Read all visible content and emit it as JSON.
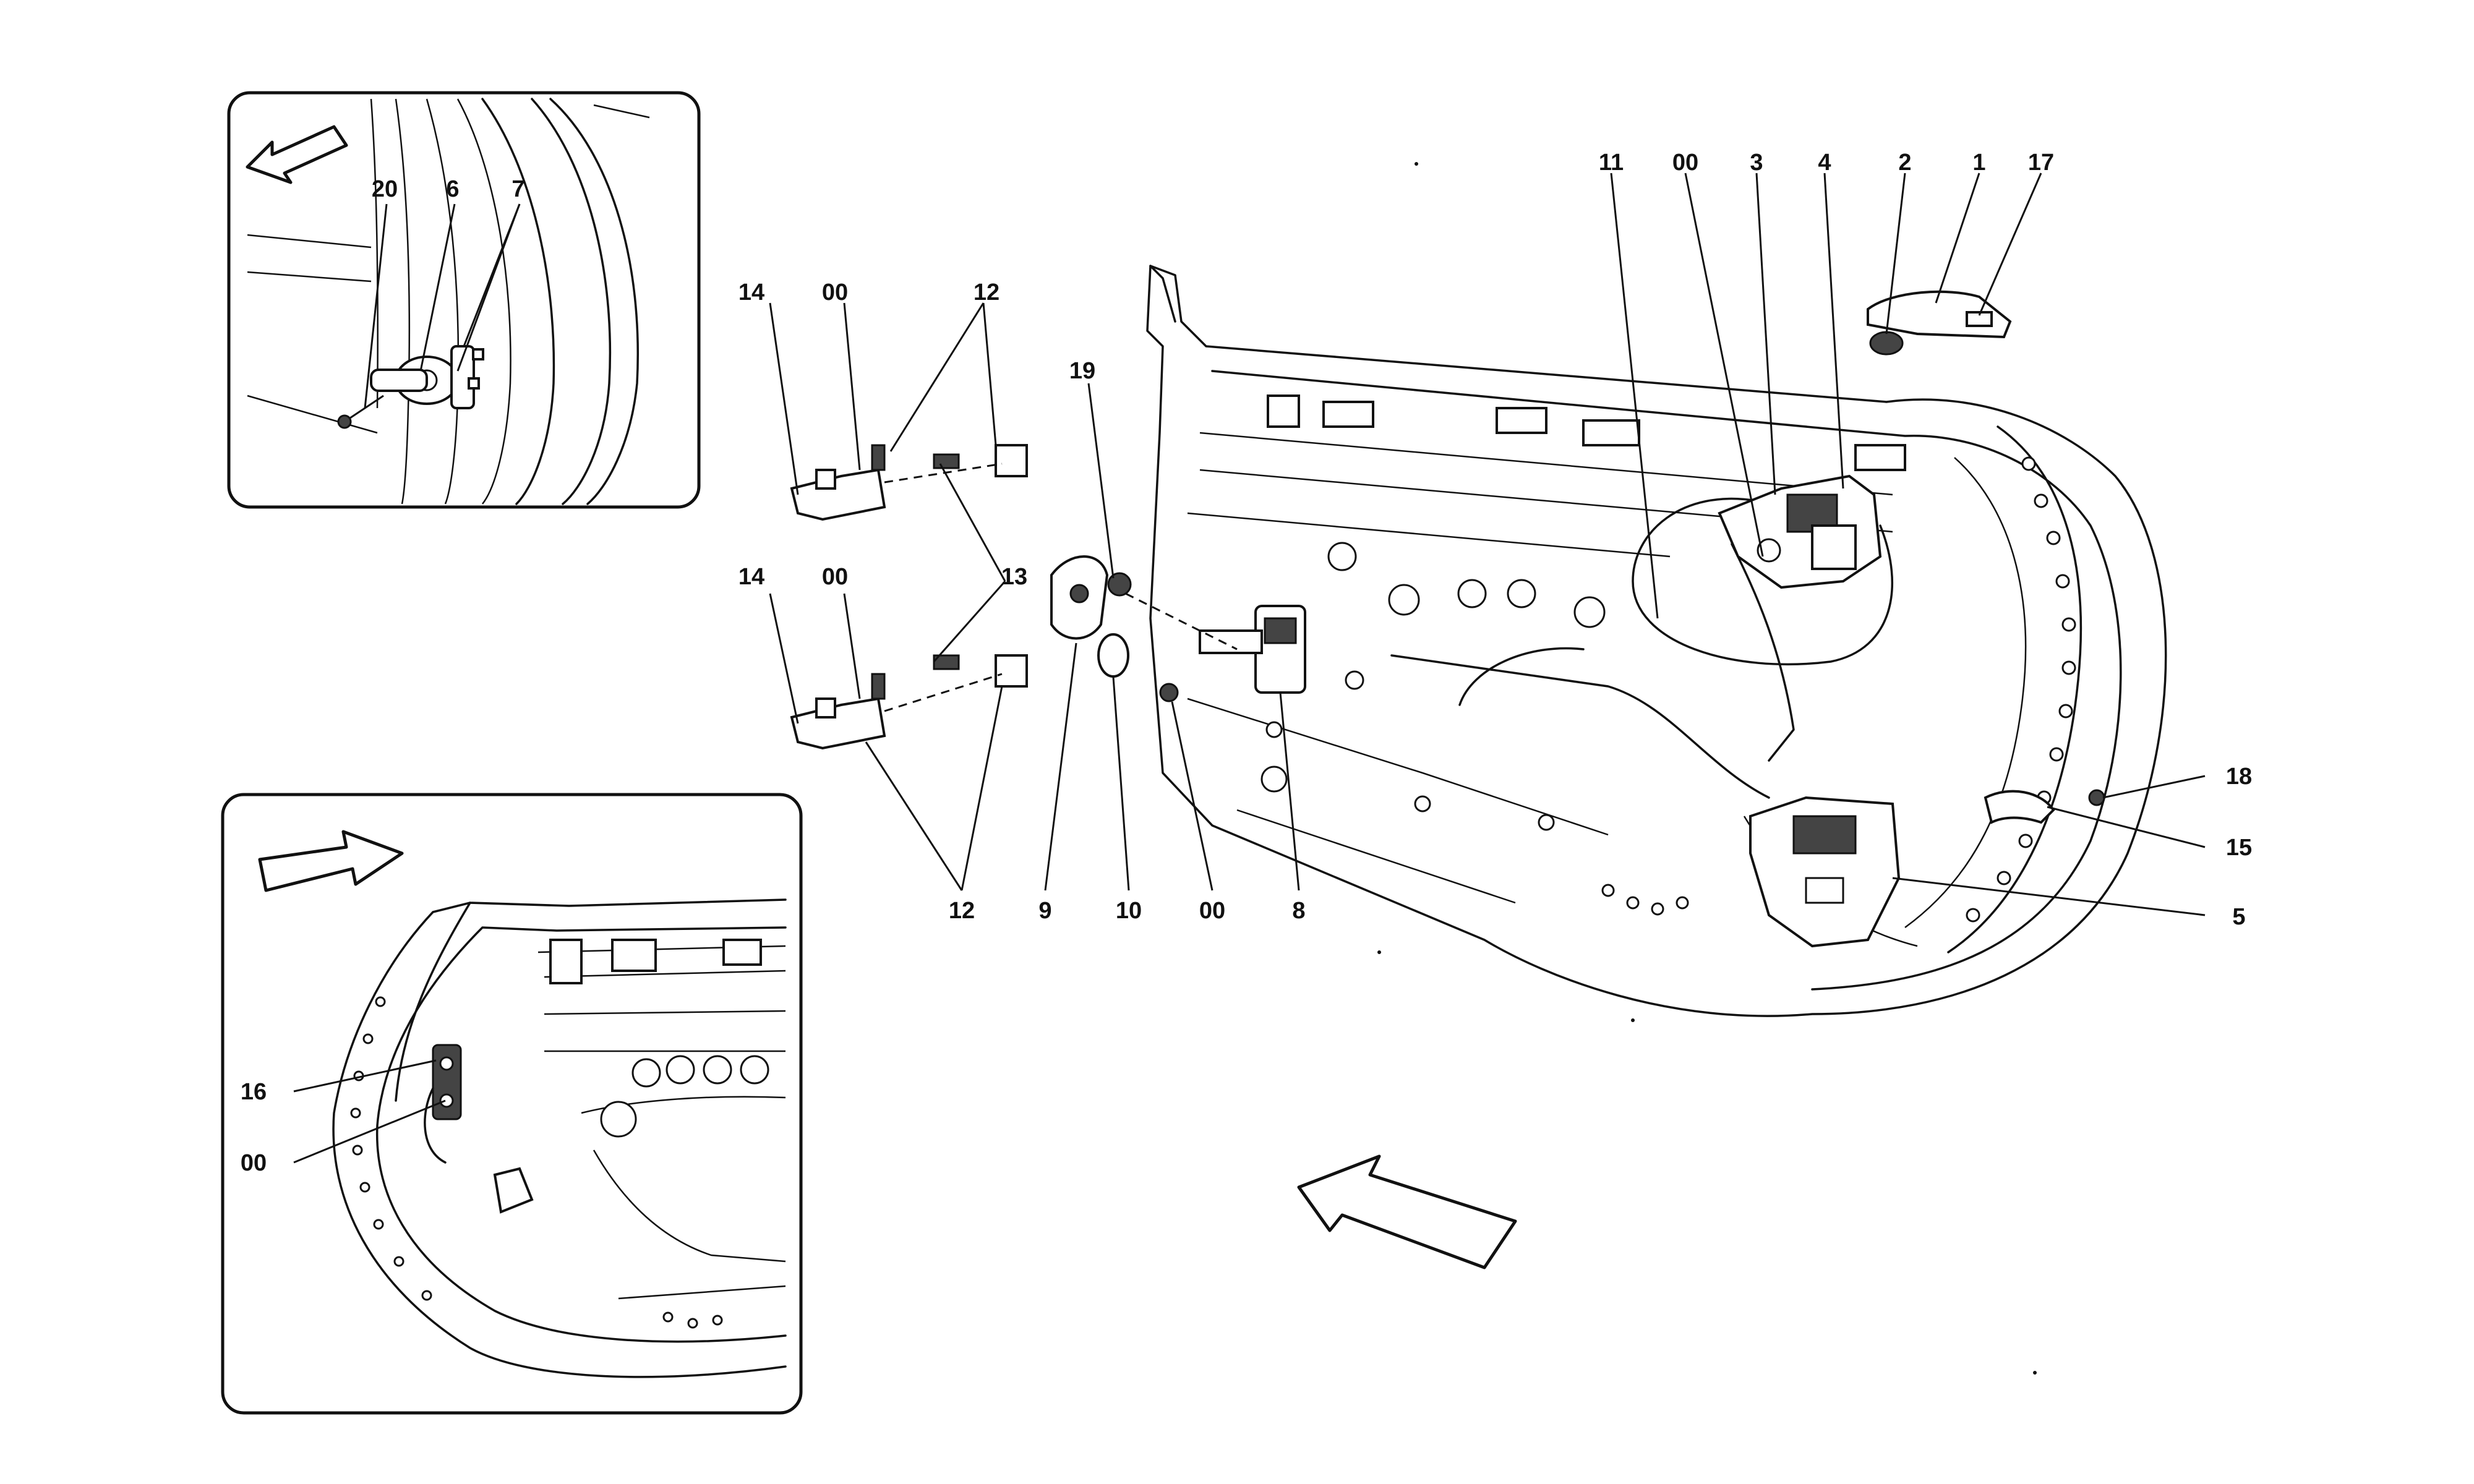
{
  "diagram": {
    "type": "exploded parts diagram",
    "callouts": {
      "main": [
        "11",
        "00",
        "3",
        "4",
        "2",
        "1",
        "17",
        "19",
        "12",
        "14",
        "00",
        "14",
        "00",
        "13",
        "12",
        "9",
        "10",
        "00",
        "8",
        "18",
        "15",
        "5"
      ],
      "inset_top": [
        "20",
        "6",
        "7"
      ],
      "inset_bottom": [
        "16",
        "00"
      ]
    }
  }
}
